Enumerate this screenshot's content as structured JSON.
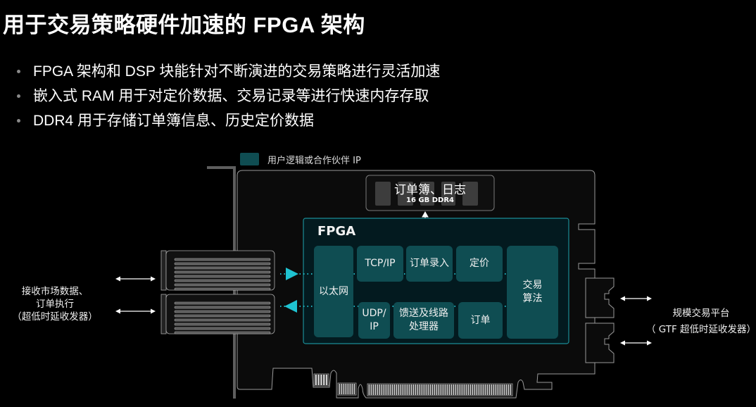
{
  "title": {
    "prefix": "用于交易策略硬件加速的 ",
    "highlight": "FPGA",
    "suffix": " 架构"
  },
  "bullets": [
    "FPGA 架构和 DSP 块能针对不断演进的交易策略进行灵活加速",
    "嵌入式 RAM 用于对定价数据、交易记录等进行快速内存存取",
    "DDR4 用于存储订单簿信息、历史定价数据"
  ],
  "legend": {
    "label": "用户逻辑或合作伙伴 IP",
    "color": "#0f4d52"
  },
  "memory": {
    "title": "订单簿、日志",
    "subtitle": "16 GB DDR4"
  },
  "fpga": {
    "title": "FPGA",
    "blocks": {
      "ethernet": "以太网",
      "tcp_ip": "TCP/IP",
      "order_entry": "订单录入",
      "pricing": "定价",
      "udp_ip_line1": "UDP/",
      "udp_ip_line2": "IP",
      "feed_handler_line1": "馈送及线路",
      "feed_handler_line2": "处理器",
      "orders": "订单",
      "algo_line1": "交易",
      "algo_line2": "算法"
    }
  },
  "left_label": {
    "line1": "接收市场数据、",
    "line2": "订单执行",
    "line3": "（超低时延收发器）"
  },
  "right_label": {
    "line1": "规模交易平台",
    "line2": "（ GTF 超低时延收发器）"
  },
  "colors": {
    "teal_block": "#0f4d52",
    "fpga_bg": "#031a1f",
    "fpga_border": "#1b8d96",
    "arrow_cyan": "#1fc3d1",
    "board": "#0b0b0b",
    "outline": "#9a9a9a"
  }
}
